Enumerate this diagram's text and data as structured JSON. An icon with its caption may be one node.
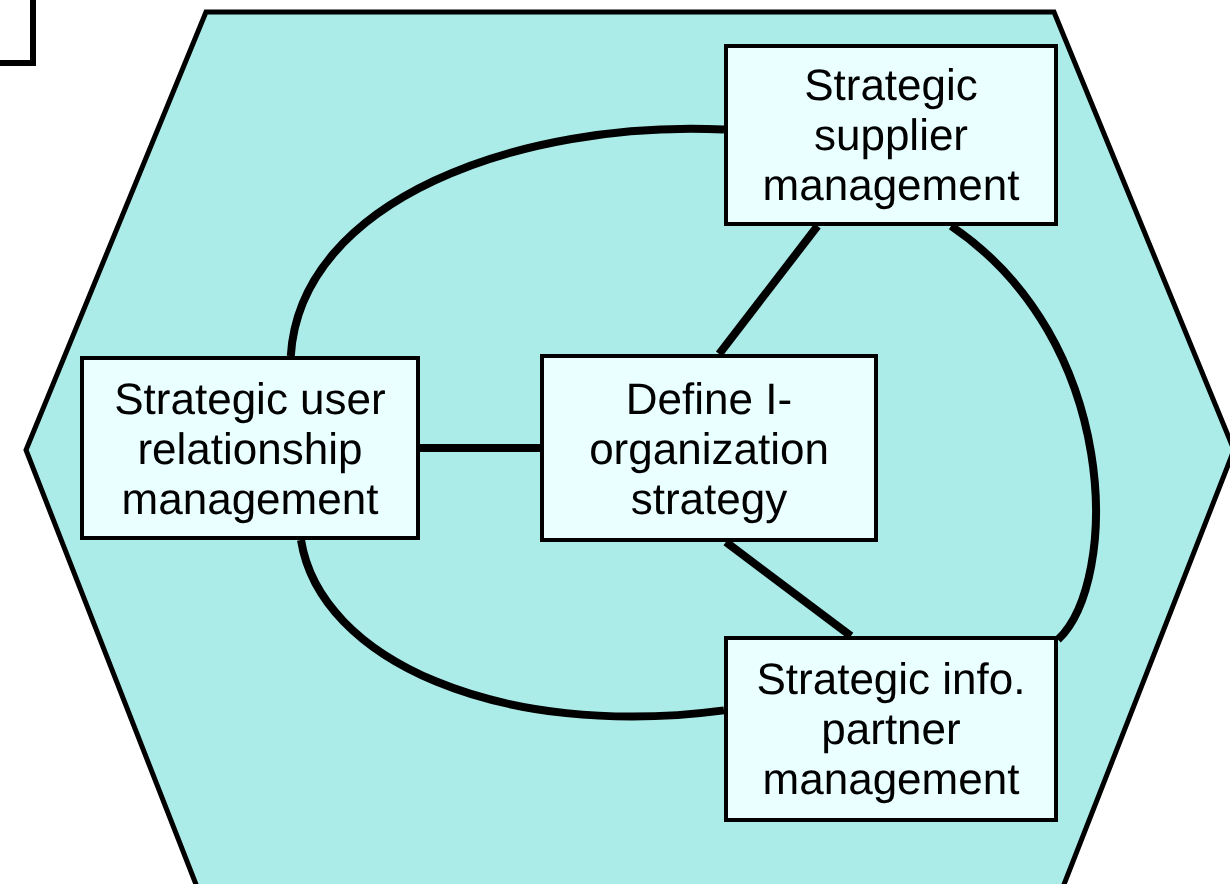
{
  "diagram": {
    "nodes": [
      {
        "text": [],
        "shape": "box"
      },
      {
        "text": [],
        "shape": "hexagon"
      },
      {
        "text": [
          "Strategic supplier management"
        ],
        "in": 1
      },
      {
        "text": [
          "Strategic user relationship management"
        ],
        "in": 1
      },
      {
        "text": [
          "Define I-organization strategy"
        ],
        "in": 1
      },
      {
        "text": [
          "Strategic info. partner management"
        ],
        "in": 1
      }
    ],
    "edges": [
      {
        "from": 4,
        "to": 3,
        "arrow": "none"
      },
      {
        "from": 4,
        "to": 2,
        "arrow": "none"
      },
      {
        "from": 4,
        "to": 5,
        "arrow": "none"
      },
      {
        "from": 3,
        "to": 2,
        "arrow": "none"
      },
      {
        "from": 2,
        "to": 5,
        "arrow": "none"
      },
      {
        "from": 5,
        "to": 3,
        "arrow": "none"
      }
    ]
  }
}
